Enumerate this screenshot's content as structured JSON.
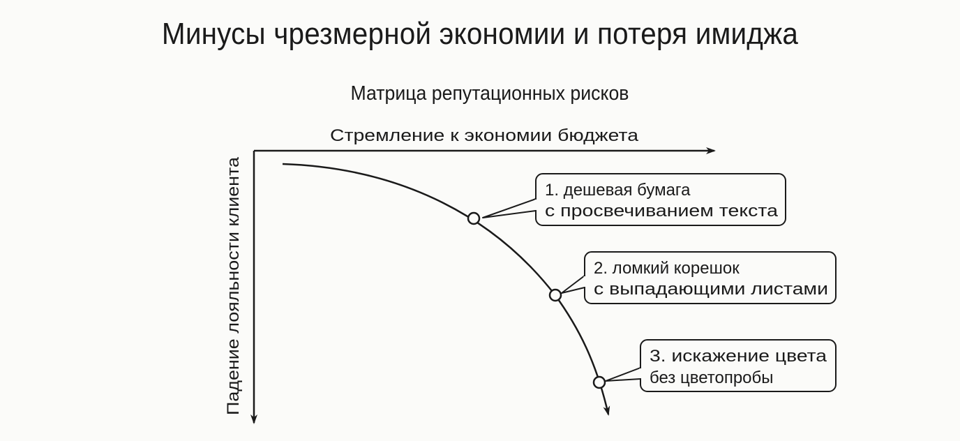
{
  "title": "Минусы чрезмерной экономии и потеря имиджа",
  "subtitle": "Матрица репутационных рисков",
  "axes": {
    "x_label": "Стремление к экономии бюджета",
    "y_label": "Падение лояльности клиента"
  },
  "callouts": [
    {
      "line1": "1. дешевая бумага",
      "line2": "с просвечиванием текста"
    },
    {
      "line1": "2. ломкий корешок",
      "line2": "с выпадающими листами"
    },
    {
      "line1": "3. искажение цвета",
      "line2": "без цветопробы"
    }
  ]
}
